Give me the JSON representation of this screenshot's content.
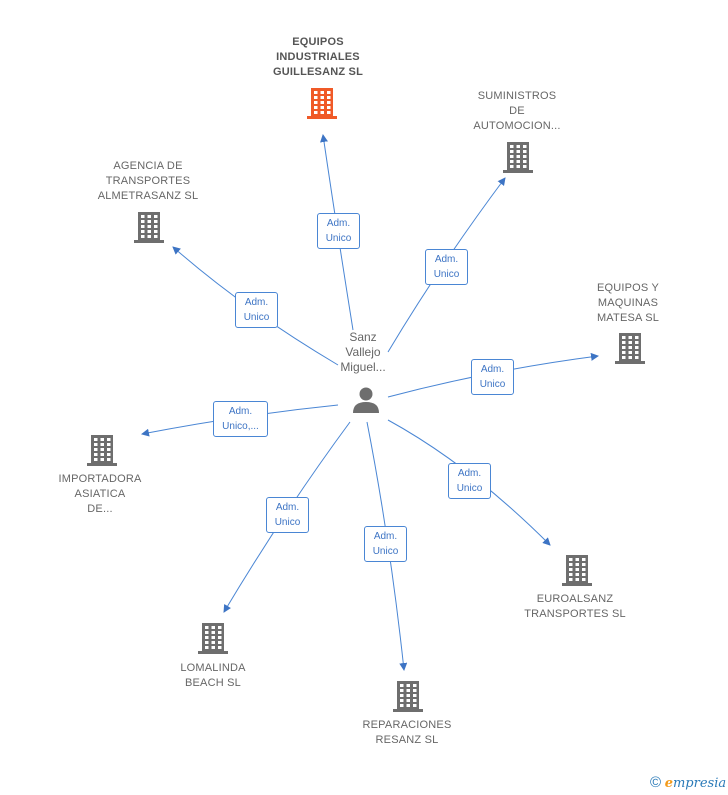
{
  "center": {
    "label": "Sanz\nVallejo\nMiguel..."
  },
  "companies": [
    {
      "id": "equipos-industriales",
      "label": "EQUIPOS\nINDUSTRIALES\nGUILLESANZ SL",
      "highlight": true,
      "relation": "Adm.\nUnico"
    },
    {
      "id": "suministros",
      "label": "SUMINISTROS\nDE\nAUTOMOCION...",
      "highlight": false,
      "relation": "Adm.\nUnico"
    },
    {
      "id": "agencia",
      "label": "AGENCIA DE\nTRANSPORTES\nALMETRASANZ SL",
      "highlight": false,
      "relation": "Adm.\nUnico"
    },
    {
      "id": "equipos-maquinas",
      "label": "EQUIPOS Y\nMAQUINAS\nMATESA SL",
      "highlight": false,
      "relation": "Adm.\nUnico"
    },
    {
      "id": "importadora",
      "label": "IMPORTADORA\nASIATICA\nDE...",
      "highlight": false,
      "relation": "Adm.\nUnico,..."
    },
    {
      "id": "euroalsanz",
      "label": "EUROALSANZ\nTRANSPORTES SL",
      "highlight": false,
      "relation": "Adm.\nUnico"
    },
    {
      "id": "lomalinda",
      "label": "LOMALINDA\nBEACH SL",
      "highlight": false,
      "relation": "Adm.\nUnico"
    },
    {
      "id": "reparaciones",
      "label": "REPARACIONES\nRESANZ SL",
      "highlight": false,
      "relation": "Adm.\nUnico"
    }
  ],
  "colors": {
    "edge": "#4a86d4",
    "building": "#6e6e6e",
    "building_highlight": "#f05a28",
    "person": "#6e6e6e"
  },
  "footer": {
    "copyright": "©",
    "brand_initial": "e",
    "brand_rest": "mpresia"
  }
}
